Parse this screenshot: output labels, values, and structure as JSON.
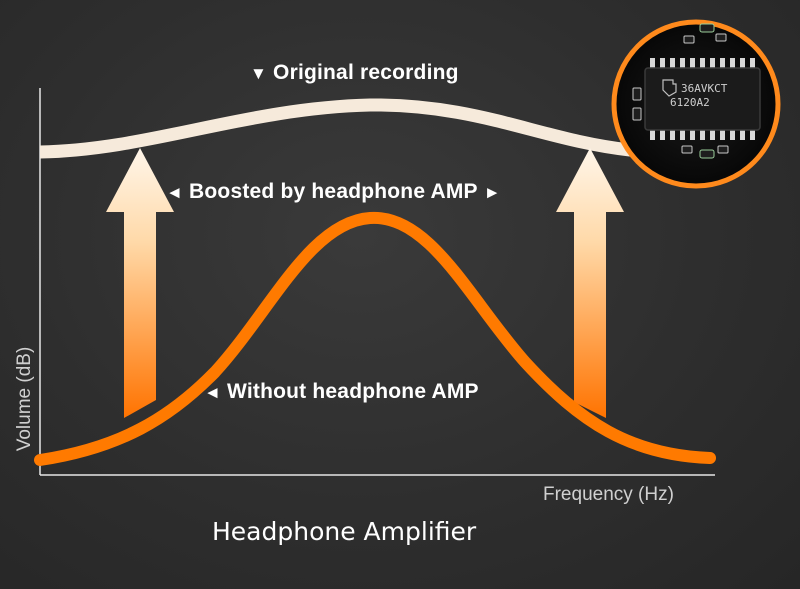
{
  "labels": {
    "original": "Original recording",
    "boosted": "Boosted by headphone AMP",
    "without": "Without headphone AMP",
    "down_marker": "▼",
    "left_marker": "◄",
    "right_marker": "►"
  },
  "axes": {
    "y_title": "Volume (dB)",
    "x_title": "Frequency (Hz)"
  },
  "caption": "Headphone Amplifier",
  "chip": {
    "line1": "36AVKCT",
    "line2": "6120A2"
  },
  "colors": {
    "orange": "#ff7a00",
    "cream": "#f6eadb",
    "background": "#2e2e2e",
    "chip_ring": "#ff8a1c"
  }
}
